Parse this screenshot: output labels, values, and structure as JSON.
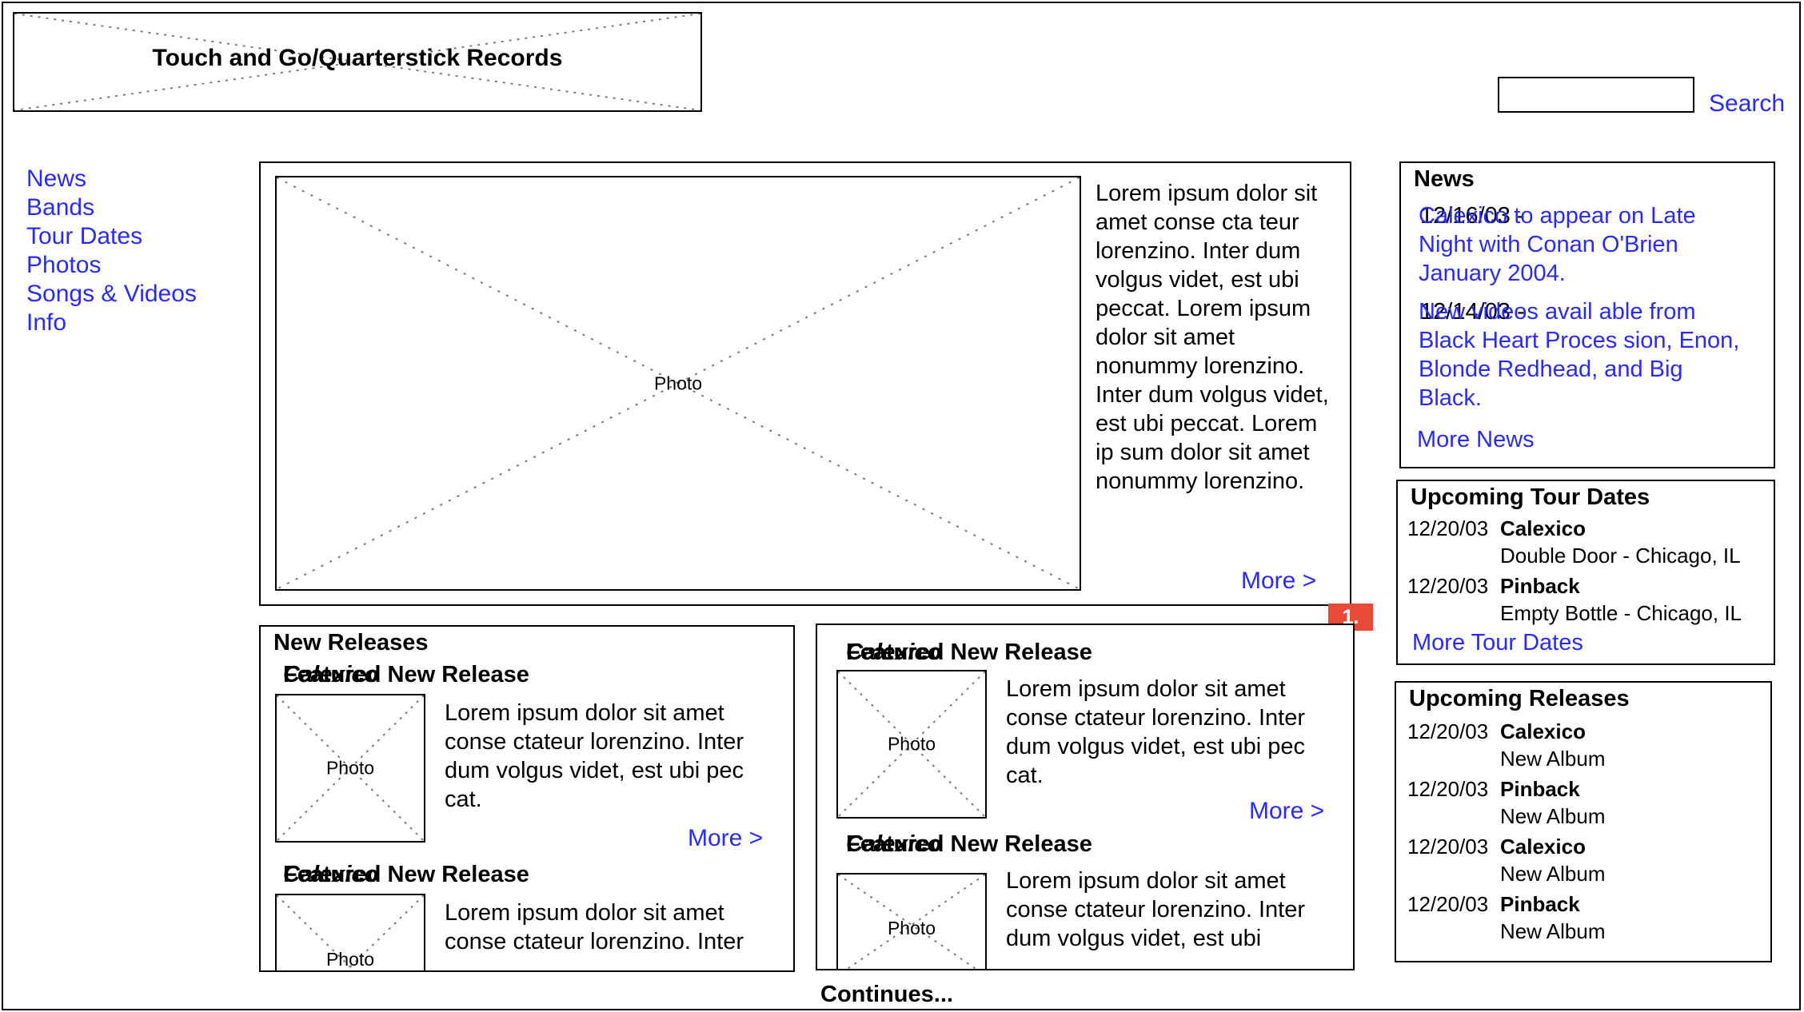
{
  "header": {
    "logo_text": "Touch and Go/Quarterstick Records"
  },
  "search": {
    "value": "",
    "button_label": "Search"
  },
  "nav": {
    "items": [
      "News",
      "Bands",
      "Tour Dates",
      "Photos",
      "Songs & Videos",
      "Info"
    ]
  },
  "feature": {
    "photo_label": "Photo",
    "text": "Lorem ipsum dolor sit amet conse cta teur lorenzino. Inter dum volgus videt, est ubi peccat. Lorem ipsum dolor sit amet nonummy lorenzino. Inter dum volgus videt, est ubi peccat. Lorem ip sum dolor sit amet nonummy lorenzino.",
    "more_label": "More >"
  },
  "annotation_badge": "1.",
  "new_releases": {
    "title": "New Releases",
    "entries": [
      {
        "heading_a": "Calexico",
        "heading_b": "Featured New Release",
        "photo_label": "Photo",
        "text": "Lorem ipsum dolor sit amet conse ctateur lorenzino. Inter dum volgus videt, est ubi pec cat.",
        "more_label": "More >"
      },
      {
        "heading_a": "Calexico",
        "heading_b": "Featured New Release",
        "photo_label": "Photo",
        "text": "Lorem ipsum dolor sit amet conse ctateur lorenzino. Inter"
      }
    ]
  },
  "new_releases_right": {
    "entries": [
      {
        "heading_a": "Calexico",
        "heading_b": "Featured New Release",
        "photo_label": "Photo",
        "text": "Lorem ipsum dolor sit amet conse ctateur lorenzino. Inter dum volgus videt, est ubi pec cat.",
        "more_label": "More >"
      },
      {
        "heading_a": "Calexico",
        "heading_b": "Featured New Release",
        "photo_label": "Photo",
        "text": "Lorem ipsum dolor sit amet conse ctateur lorenzino. Inter dum volgus videt, est ubi"
      }
    ]
  },
  "continues": "Continues...",
  "news": {
    "title": "News",
    "items": [
      {
        "date": "12/16/03 -",
        "text": "Calexico to appear on Late Night with Conan O'Brien January 2004."
      },
      {
        "date": "12/14/03 -",
        "text": "New videos avail able from Black Heart Proces sion, Enon, Blonde Redhead, and Big Black."
      }
    ],
    "more_label": "More News"
  },
  "tour": {
    "title": "Upcoming Tour Dates",
    "rows": [
      {
        "date": "12/20/03",
        "band": "Calexico",
        "venue": "Double Door - Chicago, IL"
      },
      {
        "date": "12/20/03",
        "band": "Pinback",
        "venue": "Empty Bottle - Chicago, IL"
      }
    ],
    "more_label": "More Tour Dates"
  },
  "releases": {
    "title": "Upcoming Releases",
    "rows": [
      {
        "date": "12/20/03",
        "band": "Calexico",
        "item": "New Album"
      },
      {
        "date": "12/20/03",
        "band": "Pinback",
        "item": "New Album"
      },
      {
        "date": "12/20/03",
        "band": "Calexico",
        "item": "New Album"
      },
      {
        "date": "12/20/03",
        "band": "Pinback",
        "item": "New Album"
      }
    ]
  }
}
